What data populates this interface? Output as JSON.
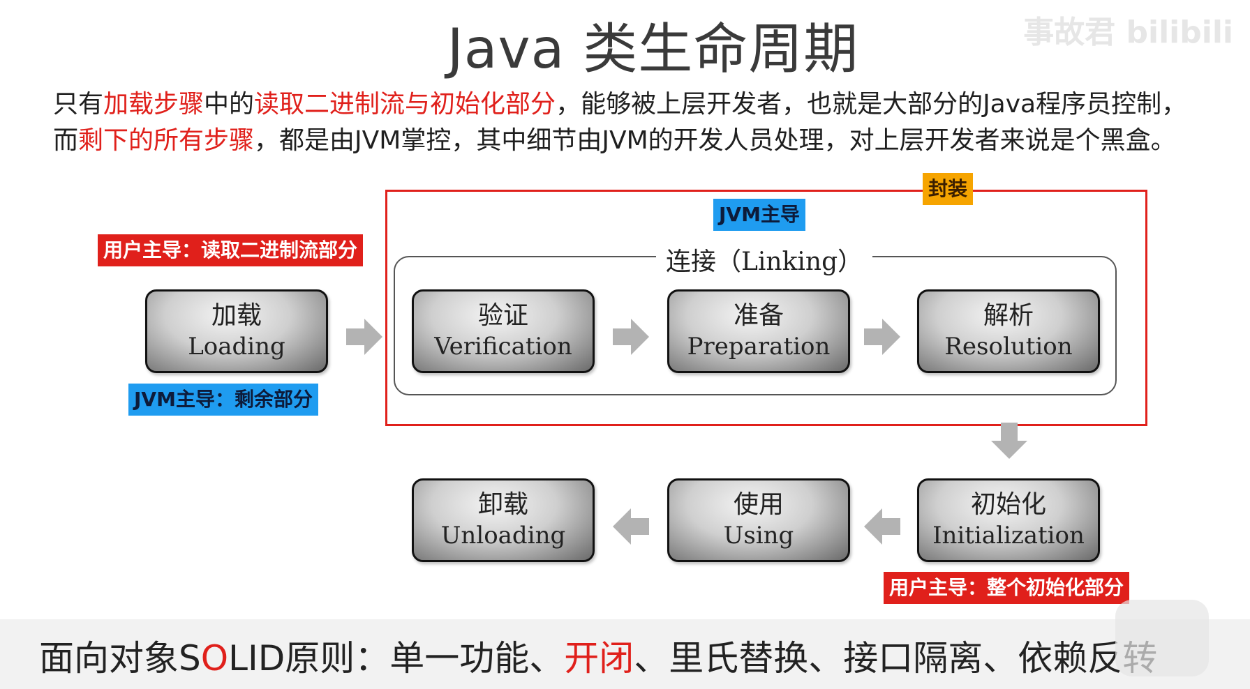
{
  "title": "Java 类生命周期",
  "watermark": "事故君 bilibili",
  "description": {
    "line1": [
      {
        "text": "只有",
        "red": false
      },
      {
        "text": "加载步骤",
        "red": true
      },
      {
        "text": "中的",
        "red": false
      },
      {
        "text": "读取二进制流与初始化部分",
        "red": true
      },
      {
        "text": "，能够被上层开发者，也就是大部分的Java程序员控制，",
        "red": false
      }
    ],
    "line2": [
      {
        "text": "而",
        "red": false
      },
      {
        "text": "剩下的所有步骤",
        "red": true
      },
      {
        "text": "，都是由JVM掌控，其中细节由JVM的开发人员处理，对上层开发者来说是个黑盒。",
        "red": false
      }
    ]
  },
  "labels": {
    "encapsulation": "封装",
    "jvm_lead_top": "JVM主导",
    "user_lead_load": "用户主导：读取二进制流部分",
    "jvm_lead_rest": "JVM主导：剩余部分",
    "user_lead_init": "用户主导：整个初始化部分",
    "linking": "连接（Linking）"
  },
  "stages": {
    "loading": {
      "cn": "加载",
      "en": "Loading"
    },
    "verification": {
      "cn": "验证",
      "en": "Verification"
    },
    "preparation": {
      "cn": "准备",
      "en": "Preparation"
    },
    "resolution": {
      "cn": "解析",
      "en": "Resolution"
    },
    "initialization": {
      "cn": "初始化",
      "en": "Initialization"
    },
    "using": {
      "cn": "使用",
      "en": "Using"
    },
    "unloading": {
      "cn": "卸载",
      "en": "Unloading"
    }
  },
  "solid": [
    {
      "text": "面向对象S",
      "red": false
    },
    {
      "text": "O",
      "red": true
    },
    {
      "text": "LID原则：单一功能、",
      "red": false
    },
    {
      "text": "开闭",
      "red": true
    },
    {
      "text": "、里氏替换、接口隔离、依赖反转",
      "red": false
    }
  ],
  "colors": {
    "red": "#e0201b",
    "blue": "#1f9cf0",
    "orange": "#f6a400",
    "arrow": "#b3b3b3"
  }
}
